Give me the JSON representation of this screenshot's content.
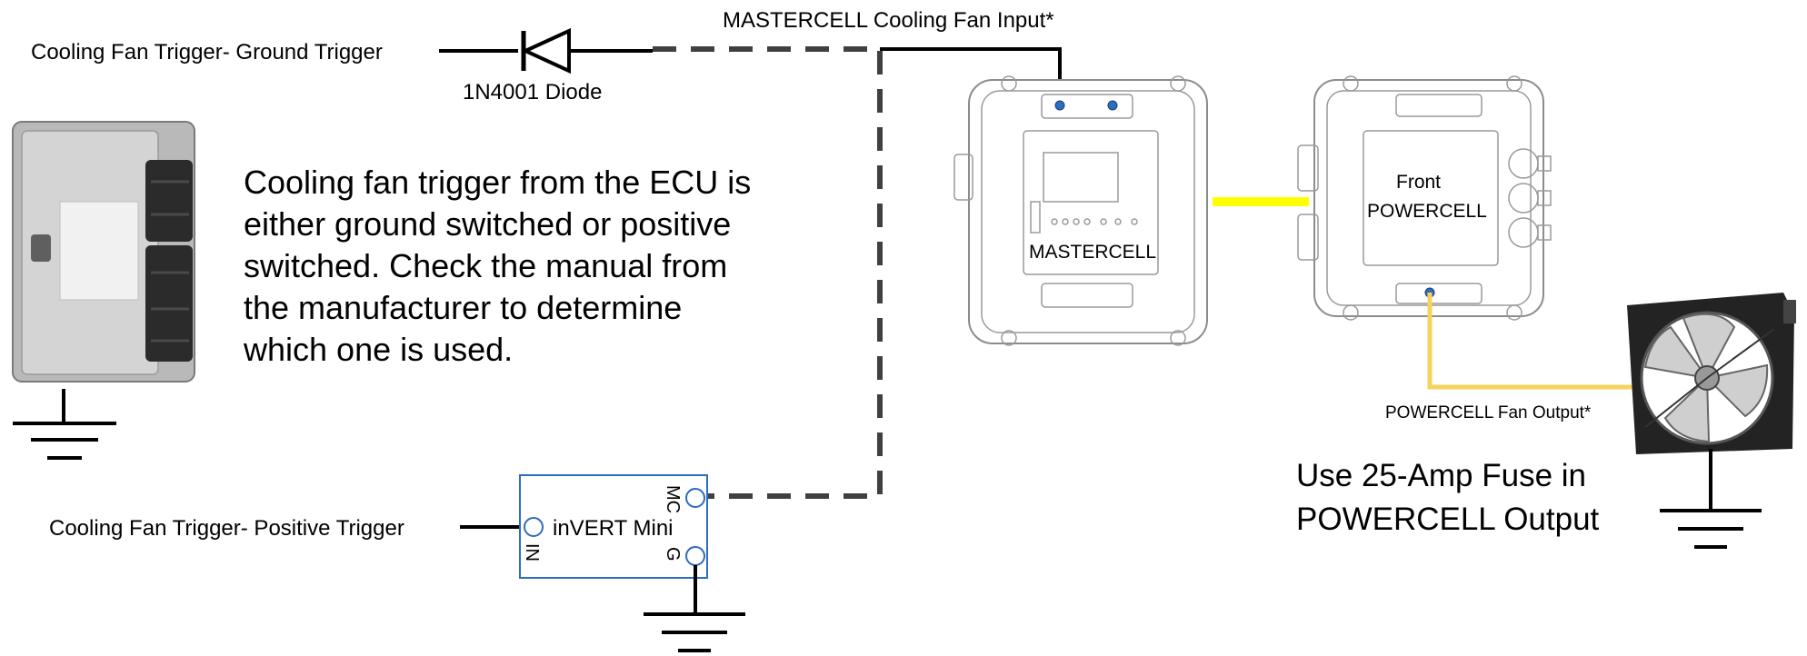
{
  "labels": {
    "ground_trigger": "Cooling Fan Trigger- Ground Trigger",
    "diode": "1N4001 Diode",
    "mastercell_input": "MASTERCELL Cooling Fan Input*",
    "mastercell": "MASTERCELL",
    "powercell_line1": "Front",
    "powercell_line2": "POWERCELL",
    "powercell_fan_output": "POWERCELL Fan Output*",
    "positive_trigger": "Cooling Fan Trigger- Positive Trigger",
    "invert_mini": "inVERT Mini",
    "pin_mc": "MC",
    "pin_in": "IN",
    "pin_g": "G"
  },
  "notes": {
    "ecu_note": "Cooling fan trigger from the ECU is either ground switched or positive switched.  Check the manual from the manufacturer to determine which one is used.",
    "fuse_line1": "Use 25-Amp Fuse in",
    "fuse_line2": "POWERCELL Output"
  },
  "colors": {
    "dashed_wire": "#404040",
    "can_link": "#ffff00",
    "fan_output_wire": "#f7d35c",
    "pin_dot": "#2e6cc0",
    "invert_box": "#2e6cc0"
  }
}
